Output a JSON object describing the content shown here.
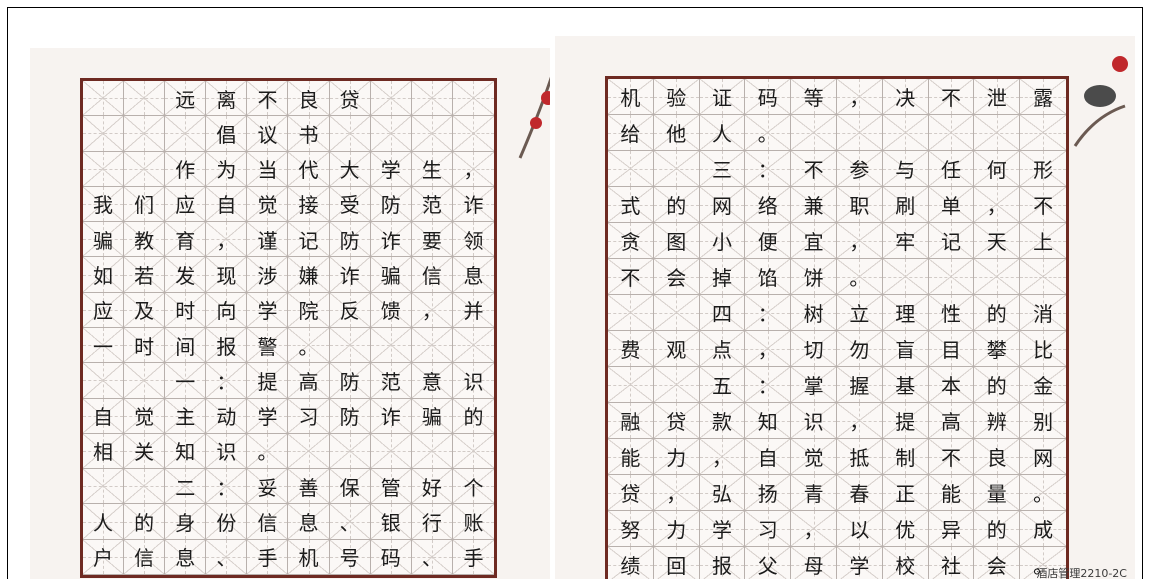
{
  "left_sheet": {
    "rows": [
      [
        "",
        "",
        "远",
        "离",
        "不",
        "良",
        "贷",
        "",
        "",
        ""
      ],
      [
        "",
        "",
        "",
        "倡",
        "议",
        "书",
        "",
        "",
        "",
        ""
      ],
      [
        "",
        "",
        "作",
        "为",
        "当",
        "代",
        "大",
        "学",
        "生",
        "，"
      ],
      [
        "我",
        "们",
        "应",
        "自",
        "觉",
        "接",
        "受",
        "防",
        "范",
        "诈"
      ],
      [
        "骗",
        "教",
        "育",
        "，",
        "谨",
        "记",
        "防",
        "诈",
        "要",
        "领"
      ],
      [
        "如",
        "若",
        "发",
        "现",
        "涉",
        "嫌",
        "诈",
        "骗",
        "信",
        "息"
      ],
      [
        "应",
        "及",
        "时",
        "向",
        "学",
        "院",
        "反",
        "馈",
        "，",
        "并"
      ],
      [
        "一",
        "时",
        "间",
        "报",
        "警",
        "。",
        "",
        "",
        "",
        ""
      ],
      [
        "",
        "",
        "一",
        "：",
        "提",
        "高",
        "防",
        "范",
        "意",
        "识"
      ],
      [
        "自",
        "觉",
        "主",
        "动",
        "学",
        "习",
        "防",
        "诈",
        "骗",
        "的"
      ],
      [
        "相",
        "关",
        "知",
        "识",
        "。",
        "",
        "",
        "",
        "",
        ""
      ],
      [
        "",
        "",
        "二",
        "：",
        "妥",
        "善",
        "保",
        "管",
        "好",
        "个"
      ],
      [
        "人",
        "的",
        "身",
        "份",
        "信",
        "息",
        "、",
        "银",
        "行",
        "账"
      ],
      [
        "户",
        "信",
        "息",
        "、",
        "手",
        "机",
        "号",
        "码",
        "、",
        "手"
      ]
    ]
  },
  "right_sheet": {
    "rows": [
      [
        "机",
        "验",
        "证",
        "码",
        "等",
        "，",
        "决",
        "不",
        "泄",
        "露"
      ],
      [
        "给",
        "他",
        "人",
        "。",
        "",
        "",
        "",
        "",
        "",
        ""
      ],
      [
        "",
        "",
        "三",
        "：",
        "不",
        "参",
        "与",
        "任",
        "何",
        "形"
      ],
      [
        "式",
        "的",
        "网",
        "络",
        "兼",
        "职",
        "刷",
        "单",
        "，",
        "不"
      ],
      [
        "贪",
        "图",
        "小",
        "便",
        "宜",
        "，",
        "牢",
        "记",
        "天",
        "上"
      ],
      [
        "不",
        "会",
        "掉",
        "馅",
        "饼",
        "。",
        "",
        "",
        "",
        ""
      ],
      [
        "",
        "",
        "四",
        "：",
        "树",
        "立",
        "理",
        "性",
        "的",
        "消"
      ],
      [
        "费",
        "观",
        "点",
        "，",
        "切",
        "勿",
        "盲",
        "目",
        "攀",
        "比"
      ],
      [
        "",
        "",
        "五",
        "：",
        "掌",
        "握",
        "基",
        "本",
        "的",
        "金"
      ],
      [
        "融",
        "贷",
        "款",
        "知",
        "识",
        "，",
        "提",
        "高",
        "辨",
        "别"
      ],
      [
        "能",
        "力",
        "，",
        "自",
        "觉",
        "抵",
        "制",
        "不",
        "良",
        "网"
      ],
      [
        "贷",
        "，",
        "弘",
        "扬",
        "青",
        "春",
        "正",
        "能",
        "量",
        "。"
      ],
      [
        "努",
        "力",
        "学",
        "习",
        "，",
        "以",
        "优",
        "异",
        "的",
        "成"
      ],
      [
        "绩",
        "回",
        "报",
        "父",
        "母",
        "学",
        "校",
        "社",
        "会",
        "。"
      ]
    ],
    "signature": "酒店管理2210-2C"
  }
}
